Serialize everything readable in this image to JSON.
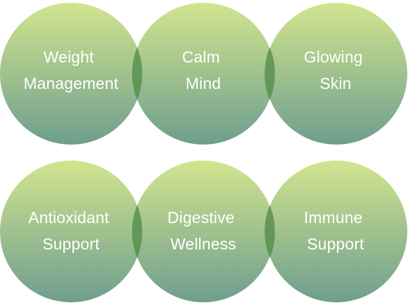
{
  "diagram": {
    "colors": {
      "top": "#d2e58e",
      "bottom": "#6e9e8e",
      "overlap": "#4f8a45",
      "label": "#ffffff"
    },
    "rows": [
      {
        "circles": [
          {
            "line1": "Weight",
            "line2": "Management"
          },
          {
            "line1": "Calm",
            "line2": "Mind"
          },
          {
            "line1": "Glowing",
            "line2": "Skin"
          }
        ]
      },
      {
        "circles": [
          {
            "line1": "Antioxidant",
            "line2": "Support"
          },
          {
            "line1": "Digestive",
            "line2": "Wellness"
          },
          {
            "line1": "Immune",
            "line2": "Support"
          }
        ]
      }
    ]
  }
}
